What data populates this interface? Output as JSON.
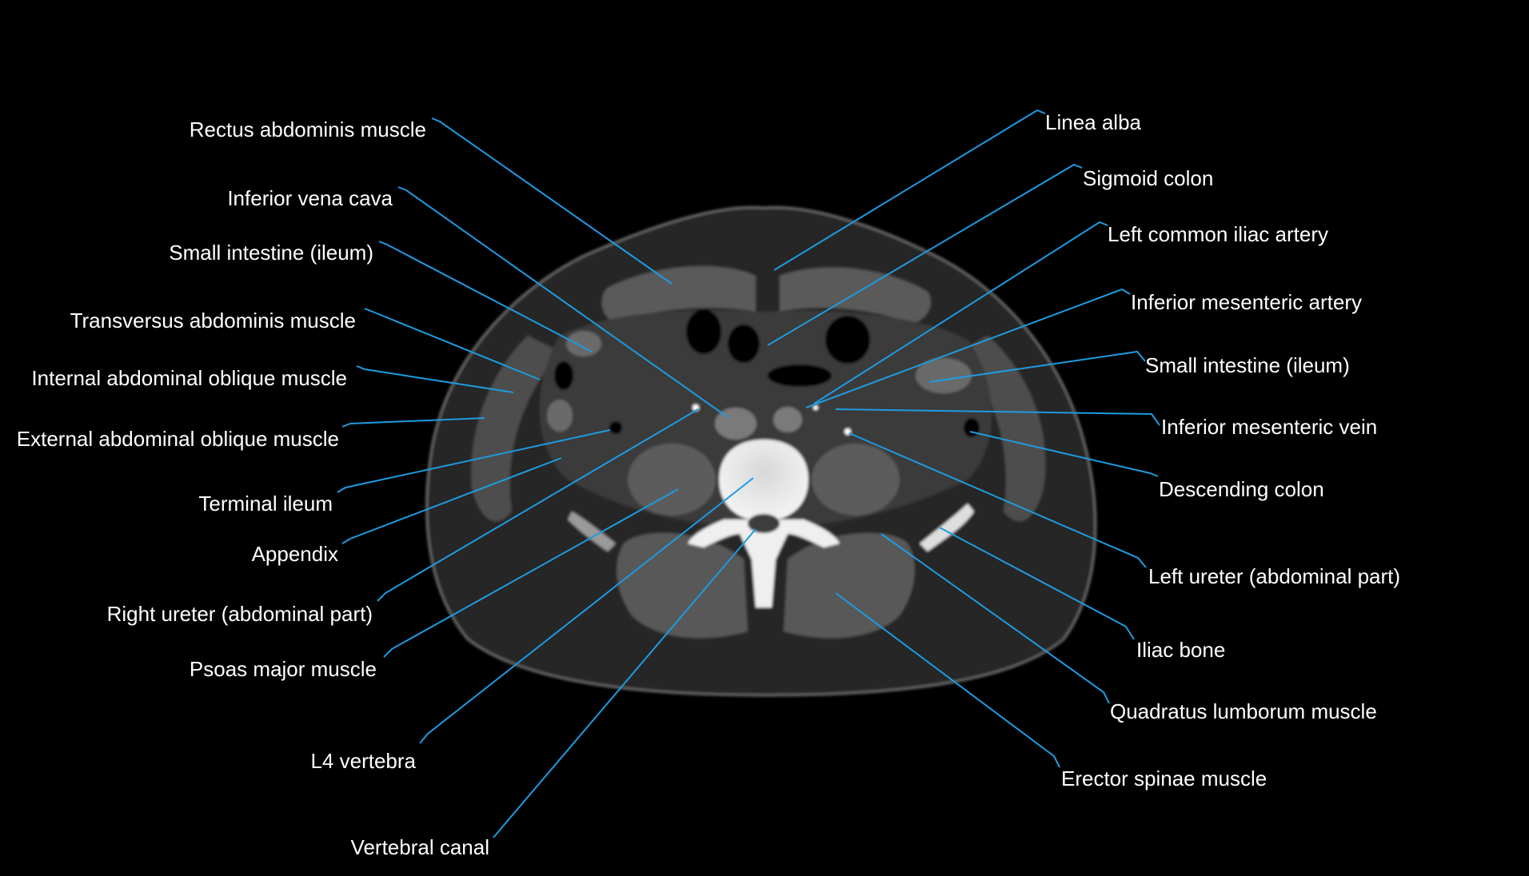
{
  "colors": {
    "background": "#000000",
    "leader_line": "#1e9be0",
    "label_text": "#ffffff"
  },
  "image": {
    "kind": "axial CT slice of the lower abdomen at the L4 level"
  },
  "labels_left": [
    "Rectus abdominis muscle",
    "Inferior vena cava",
    "Small intestine (ileum)",
    "Transversus abdominis muscle",
    "Internal abdominal oblique muscle",
    "External abdominal oblique muscle",
    "Terminal ileum",
    "Appendix",
    "Right ureter (abdominal part)",
    "Psoas major muscle",
    "L4 vertebra",
    "Vertebral canal"
  ],
  "labels_right": [
    "Linea alba",
    "Sigmoid colon",
    "Left common iliac artery",
    "Inferior mesenteric artery",
    "Small intestine (ileum)",
    "Inferior mesenteric vein",
    "Descending colon",
    "Left ureter (abdominal part)",
    "Iliac bone",
    "Quadratus lumborum muscle",
    "Erector spinae muscle"
  ]
}
